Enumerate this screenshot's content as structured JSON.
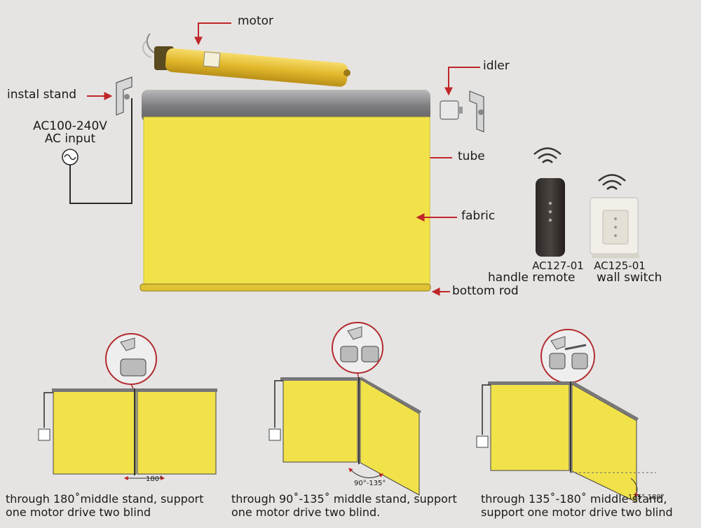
{
  "labels": {
    "motor": "motor",
    "idler": "idler",
    "instal_stand": "instal stand",
    "ac_input_line1": "AC100-240V",
    "ac_input_line2": "AC input",
    "tube": "tube",
    "fabric": "fabric",
    "bottom_rod": "bottom rod"
  },
  "controls": {
    "remote_model": "AC127-01",
    "remote_name": "handle remote",
    "switch_model": "AC125-01",
    "switch_name": "wall switch"
  },
  "configs": [
    {
      "angle": "180°",
      "caption_line1": "through 180˚middle stand, support",
      "caption_line2": "one motor drive two blind"
    },
    {
      "angle": "90°-135°",
      "caption_line1": "through 90˚-135˚ middle stand, support",
      "caption_line2": "one motor drive two blind."
    },
    {
      "angle": "135°-180°",
      "caption_line1": "through 135˚-180˚ middle stand,",
      "caption_line2": "support one motor drive two blind"
    }
  ],
  "colors": {
    "fabric": "#f2e24a",
    "fabric_dark": "#d9c834",
    "motor": "#e8c23a",
    "tube": "#8a8a8c",
    "arrow": "#c0262a",
    "wire": "#2a2a2a"
  }
}
